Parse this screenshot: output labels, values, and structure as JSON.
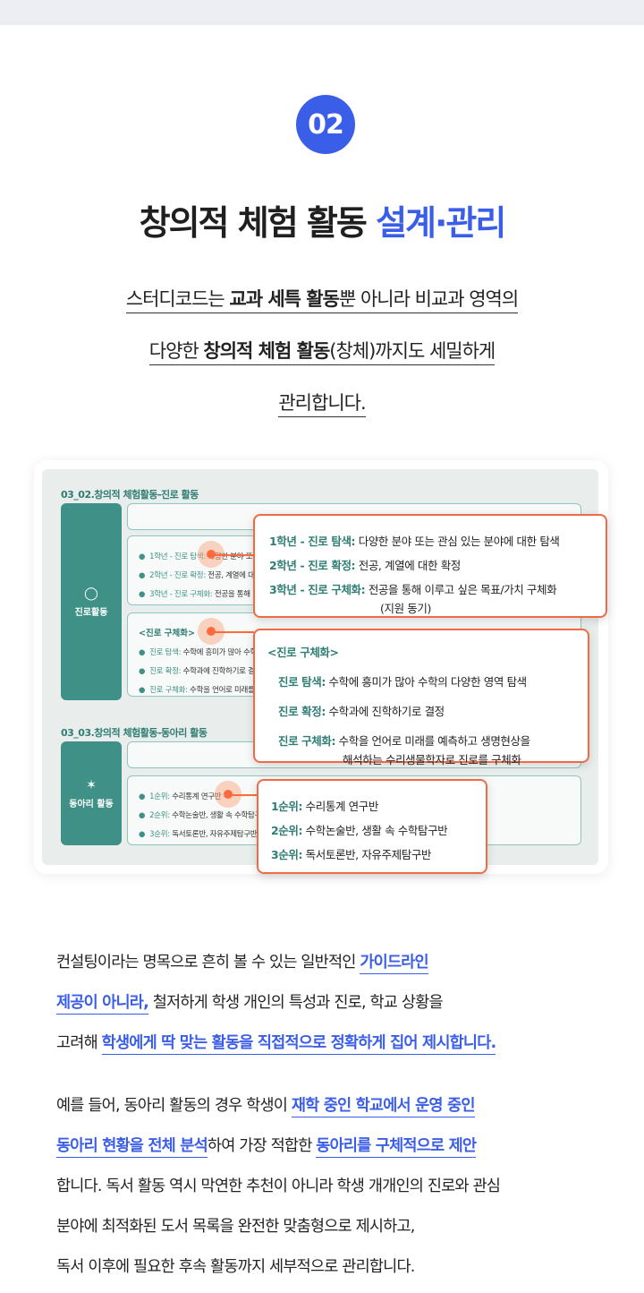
{
  "step": {
    "number": "02"
  },
  "headline": {
    "main": "창의적 체험 활동 ",
    "accent": "설계·관리"
  },
  "intro": {
    "l1": {
      "a": "스터디코드는 ",
      "b": "교과 세특 활동",
      "c": "뿐 아니라 비교과 영역의"
    },
    "l2": {
      "a": "다양한 ",
      "b": "창의적 체험 활동",
      "c": "(창체)까지도 세밀하게"
    },
    "l3": {
      "a": "관리합니다."
    }
  },
  "screenshot": {
    "section1_title": "03_02.창의적 체험활동-진로 활동",
    "section1_side": "진로활동",
    "section1_rows": [
      {
        "label": "1학년 - 진로 탐색:",
        "text": " 다양한 분야 또는 관심 있는"
      },
      {
        "label": "2학년 - 진로 확정:",
        "text": " 전공, 계열에 대한 확정"
      },
      {
        "label": "3학년 - 진로 구체화:",
        "text": " 전공을 통해 이루고 싶은"
      }
    ],
    "section1_sub_title": "<진로 구체화>",
    "section1_sub_rows": [
      {
        "label": "진로 탐색:",
        "text": " 수학에 흥미가 많아 수학의"
      },
      {
        "label": "진로 확정:",
        "text": " 수학과에 진학하기로 결정"
      },
      {
        "label": "진로 구체화:",
        "text": " 수학을 언어로 미래를 예측"
      }
    ],
    "section2_title": "03_03.창의적 체험활동-동아리 활동",
    "section2_side": "동아리 활동",
    "section2_rows": [
      {
        "label": "1순위:",
        "text": " 수리통계 연구반"
      },
      {
        "label": "2순위:",
        "text": " 수학논술반, 생활 속 수학탐구반"
      },
      {
        "label": "3순위:",
        "text": " 독서토론반, 자유주제탐구반"
      }
    ]
  },
  "callout1": {
    "r1": {
      "k": "1학년 - 진로 탐색:",
      "v": " 다양한 분야 또는 관심 있는 분야에 대한 탐색"
    },
    "r2": {
      "k": "2학년 - 진로 확정:",
      "v": " 전공, 계열에 대한 확정"
    },
    "r3": {
      "k": "3학년 - 진로 구체화:",
      "v": " 전공을 통해 이루고 싶은 목표/가치 구체화"
    },
    "r3b": "(지원 동기)"
  },
  "callout2": {
    "head": "<진로 구체화>",
    "r1": {
      "k": "진로 탐색:",
      "v": " 수학에 흥미가 많아 수학의 다양한 영역 탐색"
    },
    "r2": {
      "k": "진로 확정:",
      "v": " 수학과에 진학하기로 결정"
    },
    "r3": {
      "k": "진로 구체화:",
      "v": " 수학을 언어로 미래를 예측하고 생명현상을"
    },
    "r3b": "해석하는 수리생물학자로 진로를 구체화"
  },
  "callout3": {
    "r1": {
      "k": "1순위:",
      "v": " 수리통계 연구반"
    },
    "r2": {
      "k": "2순위:",
      "v": " 수학논술반, 생활 속 수학탐구반"
    },
    "r3": {
      "k": "3순위:",
      "v": " 독서토론반, 자유주제탐구반"
    }
  },
  "para1": {
    "l1": {
      "a": "컨설팅이라는 명목으로 흔히 볼 수 있는 일반적인 ",
      "b": "가이드라인 "
    },
    "l2": {
      "b": "제공이 아니라,",
      "a": " 철저하게 학생 개인의 특성과 진로, 학교 상황을"
    },
    "l3": {
      "a": "고려해 ",
      "b": "학생에게 딱 맞는 활동을 직접적으로 정확하게 집어 제시합니다."
    }
  },
  "para2": {
    "l1": {
      "a": "예를 들어, 동아리 활동의 경우 학생이 ",
      "b": "재학 중인 학교에서 운영 중인"
    },
    "l2": {
      "b1": "동아리 현황을 전체 분석",
      "a": "하여 가장 적합한 ",
      "b2": "동아리를 구체적으로 제안"
    },
    "l3": "합니다. 독서 활동 역시 막연한 추천이 아니라 학생 개개인의 진로와 관심",
    "l4": "분야에 최적화된 도서 목록을 완전한 맞춤형으로 제시하고,",
    "l5": "독서 이후에 필요한 후속 활동까지 세부적으로 관리합니다."
  }
}
